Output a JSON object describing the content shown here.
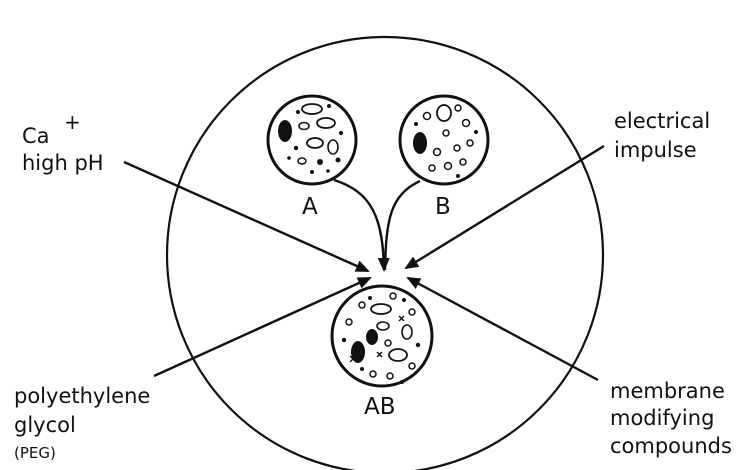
{
  "labels": {
    "ca": "Ca",
    "ca_sup": "+",
    "high_ph": "high pH",
    "electrical_1": "electrical",
    "electrical_2": "impulse",
    "peg_1": "polyethylene",
    "peg_2": "glycol",
    "peg_3": "(PEG)",
    "membrane_1": "membrane",
    "membrane_2": "modifying",
    "membrane_3": "compounds"
  },
  "cells": {
    "a": "A",
    "b": "B",
    "ab": "AB"
  },
  "colors": {
    "ink": "#111111",
    "background": "#ffffff"
  }
}
